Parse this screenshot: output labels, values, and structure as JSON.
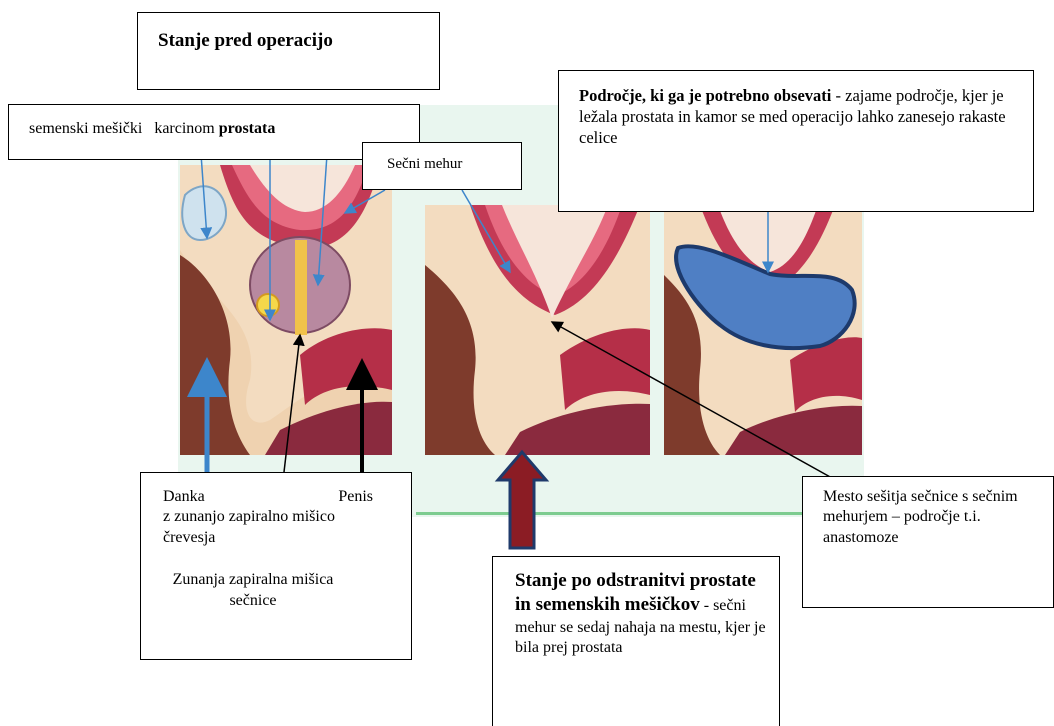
{
  "title_before": "Stanje pred operacijo",
  "labels": {
    "seminal_vesicles": "semenski mešički",
    "carcinoma": "karcinom",
    "prostate": "prostata",
    "bladder": "Sečni mehur",
    "rectum": "Danka",
    "penis": "Penis",
    "anal_sphincter": "z zunanjo zapiralno mišico črevesja",
    "urethral_sphincter": "Zunanja zapiralna mišica sečnice",
    "anastomosis": "Mesto sešitja sečnice s sečnim mehurjem – področje t.i. anastomoze"
  },
  "observe_area": {
    "title": "Področje, ki ga je potrebno obsevati",
    "text": " - zajame področje, kjer je ležala prostata in kamor se med operacijo lahko zanesejo rakaste celice"
  },
  "after": {
    "title": "Stanje po odstranitvi prostate in semenskih mešičkov",
    "text": " - sečni mehur se sedaj nahaja na mestu, kjer je bila prej prostata"
  },
  "colors": {
    "tissue": "#f3dcc0",
    "muscle": "#b52f48",
    "muscle_pink": "#e66a80",
    "rectum": "#7e3b2c",
    "prostate": "#b889a0",
    "radiation_area": "#4f7fc4",
    "arrow_blue": "#3d86cb",
    "arrow_red": "#8b1c24"
  }
}
